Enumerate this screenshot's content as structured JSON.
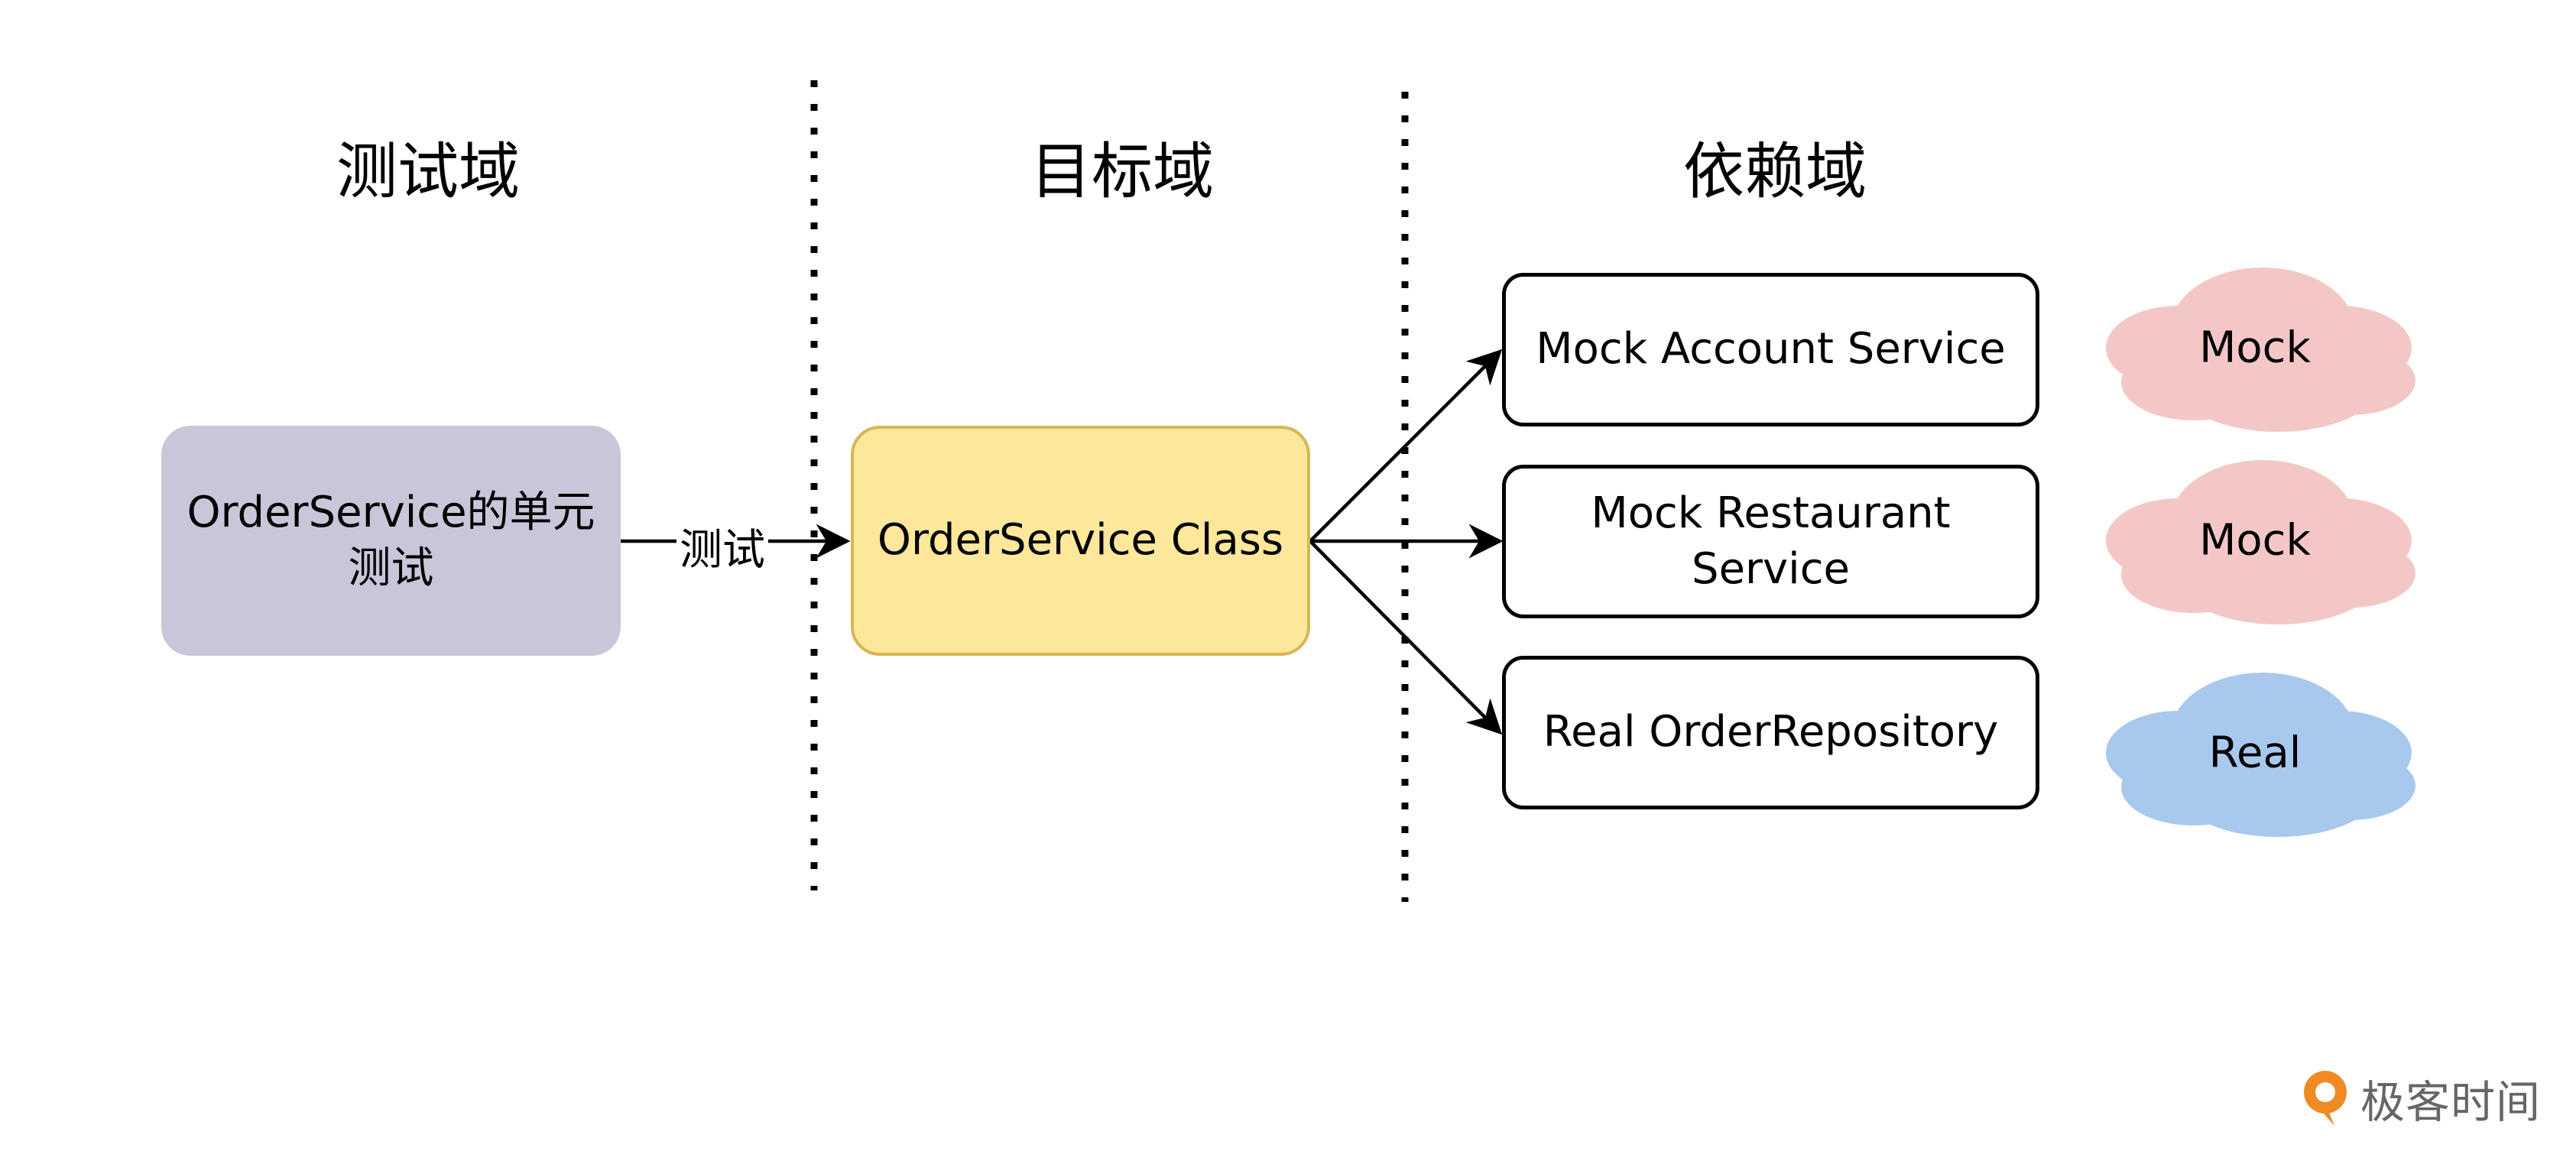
{
  "headings": {
    "test_domain": "测试域",
    "target_domain": "目标域",
    "dependency_domain": "依赖域"
  },
  "nodes": {
    "unit_test": {
      "line1": "OrderService的单元",
      "line2": "测试"
    },
    "target_class": "OrderService Class",
    "mock_account": "Mock Account Service",
    "mock_restaurant": "Mock Restaurant Service",
    "real_repository": "Real OrderRepository"
  },
  "edges": {
    "test_label": "测试"
  },
  "clouds": {
    "account": "Mock",
    "restaurant": "Mock",
    "repository": "Real"
  },
  "colors": {
    "unit_test_fill": "#c8c7da",
    "target_fill": "#fde79a",
    "target_border": "#d6b656",
    "mock_cloud": "#f4c7c7",
    "real_cloud": "#a9c8ee",
    "brand_orange": "#f08a24"
  },
  "brand": {
    "name": "极客时间",
    "icon": "geektime-logo-icon"
  }
}
